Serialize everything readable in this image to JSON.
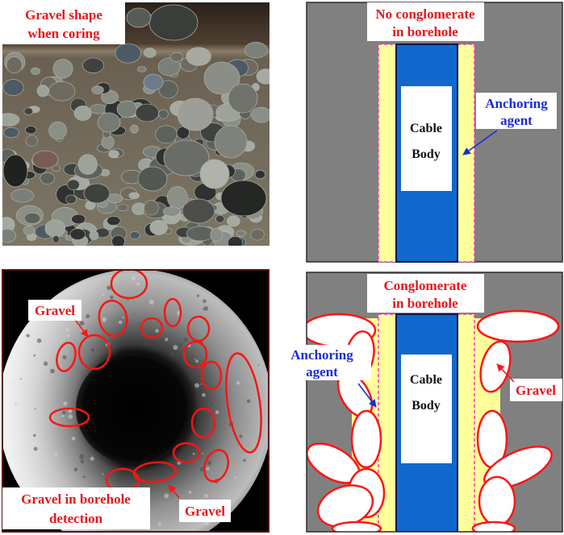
{
  "panels": {
    "coring_photo": {
      "label_line1": "Gravel shape",
      "label_line2": "when coring"
    },
    "no_conglomerate": {
      "title_line1": "No conglomerate",
      "title_line2": "in borehole",
      "agent_line1": "Anchoring",
      "agent_line2": "agent",
      "cable_line1": "Cable",
      "cable_line2": "Body"
    },
    "borehole_detection": {
      "gravel_label_top": "Gravel",
      "caption_line1": "Gravel in borehole",
      "caption_line2": "detection",
      "gravel_label_bottom": "Gravel"
    },
    "conglomerate": {
      "title_line1": "Conglomerate",
      "title_line2": "in borehole",
      "agent_line1": "Anchoring",
      "agent_line2": "agent",
      "cable_line1": "Cable",
      "cable_line2": "Body",
      "gravel_label": "Gravel"
    }
  },
  "colors": {
    "label_red": "#e8161b",
    "agent_blue": "#1c2bd8",
    "cable_blue": "#1068cc",
    "anchoring_yellow": "#ffff9c",
    "rock_gray": "#808080",
    "outline_pink": "#ff33cc"
  }
}
